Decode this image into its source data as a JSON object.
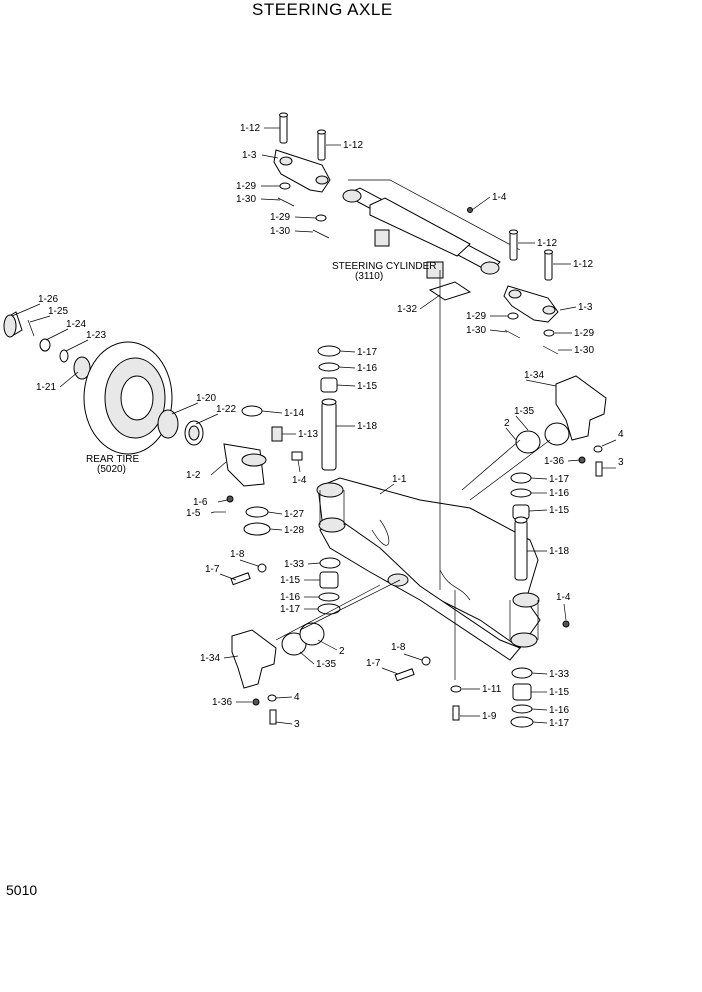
{
  "title": "STEERING AXLE",
  "page_number": "5010",
  "assembly_labels": {
    "steering_cylinder": "STEERING CYLINDER",
    "steering_cylinder_code": "(3110)",
    "rear_tire": "REAR TIRE",
    "rear_tire_code": "(5020)"
  },
  "callouts": [
    "1-12",
    "1-12",
    "1-3",
    "1-29",
    "1-30",
    "1-29",
    "1-30",
    "1-4",
    "1-12",
    "1-12",
    "1-3",
    "1-29",
    "1-30",
    "1-29",
    "1-30",
    "1-32",
    "1-26",
    "1-25",
    "1-24",
    "1-23",
    "1-21",
    "1-20",
    "1-22",
    "1-14",
    "1-13",
    "1-2",
    "1-4",
    "1-6",
    "1-5",
    "1-27",
    "1-28",
    "1-17",
    "1-16",
    "1-15",
    "1-18",
    "1-1",
    "1-34",
    "1-35",
    "2",
    "4",
    "1-36",
    "3",
    "1-17",
    "1-16",
    "1-15",
    "1-18",
    "1-8",
    "1-7",
    "1-33",
    "1-15",
    "1-16",
    "1-17",
    "1-4",
    "2",
    "1-34",
    "1-35",
    "4",
    "1-36",
    "3",
    "1-8",
    "1-7",
    "1-11",
    "1-9",
    "1-33",
    "1-15",
    "1-16",
    "1-17"
  ]
}
